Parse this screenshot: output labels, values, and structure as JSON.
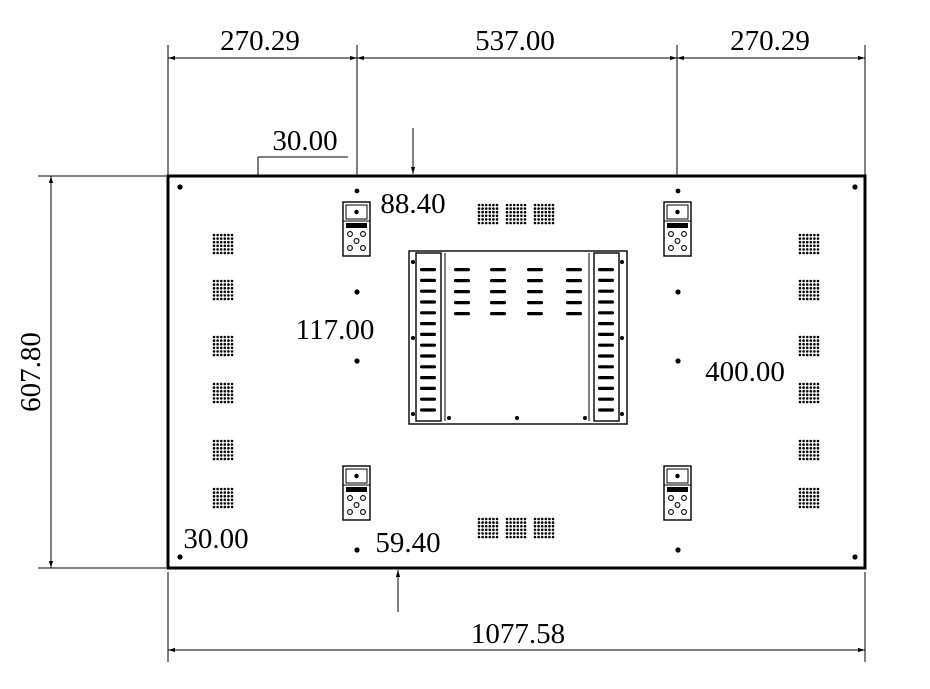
{
  "dimensions": {
    "top_left_width": "270.29",
    "top_center_width": "537.00",
    "top_right_width": "270.29",
    "overall_height": "607.80",
    "overall_width": "1077.58",
    "upper_bracket_edge_offset": "30.00",
    "upper_bracket_top_offset": "88.40",
    "hole_spacing": "117.00",
    "bracket_vertical_spacing": "400.00",
    "lower_bracket_edge_offset": "30.00",
    "lower_bracket_bottom_offset": "59.40"
  },
  "colors": {
    "line": "#000000",
    "background": "#ffffff"
  }
}
